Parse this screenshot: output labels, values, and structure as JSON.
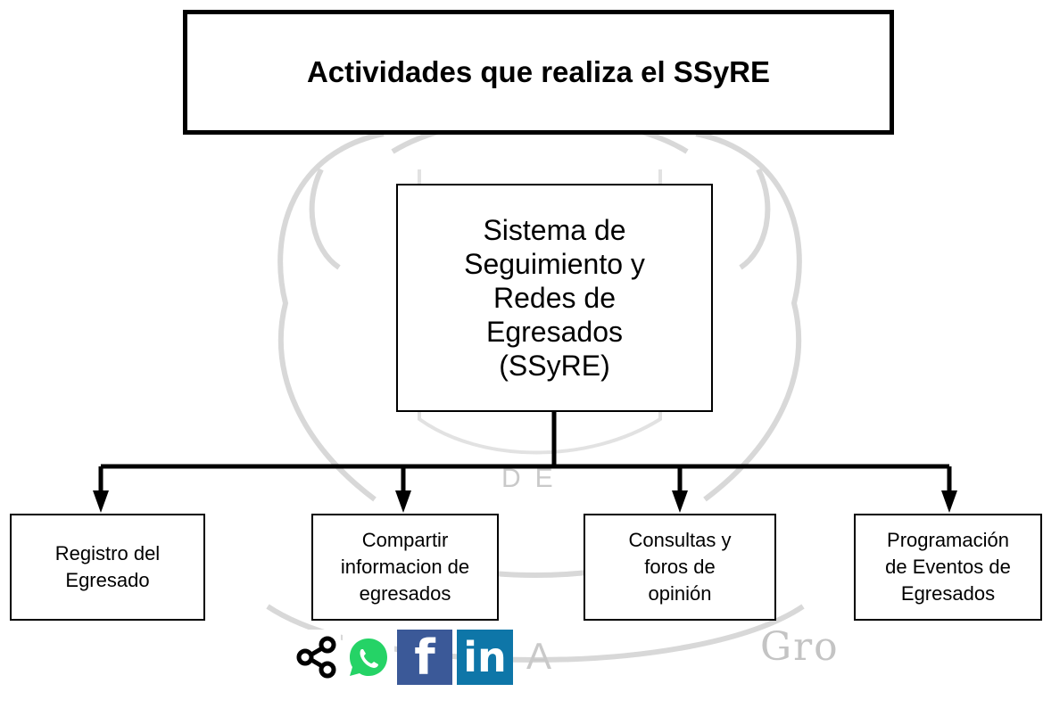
{
  "title": "Actividades que realiza el SSyRE",
  "central": "Sistema de\nSeguimiento y\nRedes de\nEgresados\n(SSyRE)",
  "children": [
    {
      "label": "Registro del\nEgresado"
    },
    {
      "label": "Compartir\ninformacion de\negresados"
    },
    {
      "label": "Consultas y\nforos de\nopinión"
    },
    {
      "label": "Programación\nde Eventos de\nEgresados"
    }
  ],
  "social_icons": [
    {
      "icon": "share-icon"
    },
    {
      "icon": "whatsapp-icon",
      "color": "#25d366"
    },
    {
      "icon": "facebook-icon",
      "glyph": "f",
      "color": "#3b5998"
    },
    {
      "icon": "linkedin-icon",
      "glyph": "in",
      "color": "#0e76a8"
    }
  ],
  "watermark": {
    "de": "DE",
    "a": "A",
    "gro": "Gro"
  },
  "colors": {
    "line": "#000000",
    "watermark": "#c9c9c9"
  }
}
